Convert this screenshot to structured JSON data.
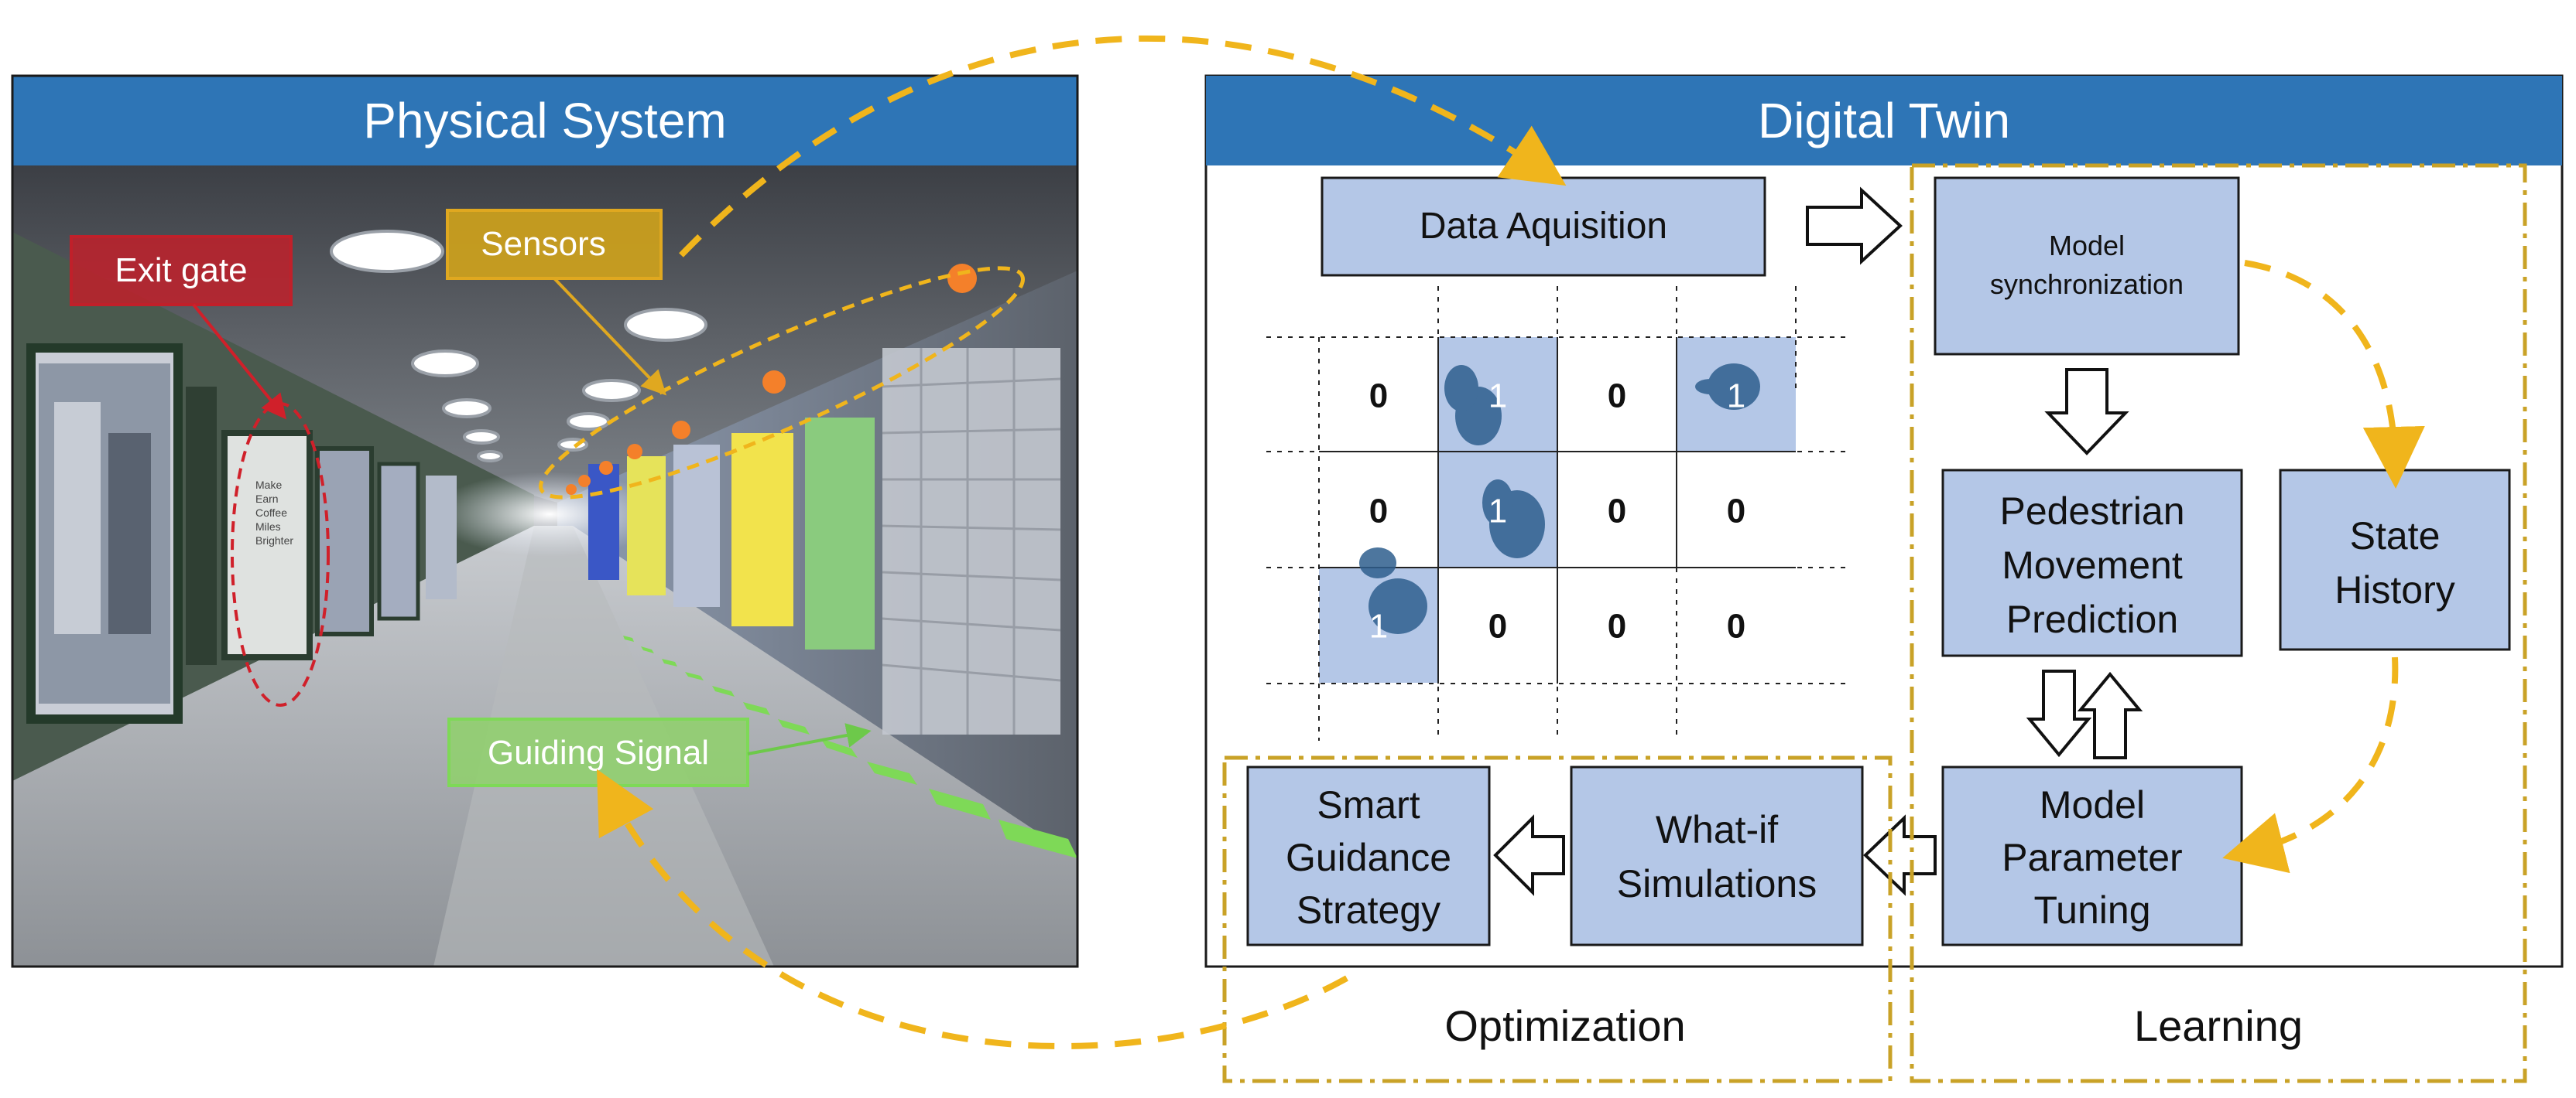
{
  "physical": {
    "title": "Physical System",
    "labels": {
      "exit_gate": "Exit gate",
      "sensors": "Sensors",
      "guiding_signal": "Guiding Signal"
    },
    "poster_text": [
      "Make",
      "Earn",
      "Coffee",
      "Miles",
      "Brighter"
    ]
  },
  "digital": {
    "title": "Digital Twin",
    "data_acquisition": "Data Aquisition",
    "model_sync": [
      "Model",
      "synchronization"
    ],
    "pedestrian": [
      "Pedestrian",
      "Movement",
      "Prediction"
    ],
    "state_history": [
      "State",
      "History"
    ],
    "model_param": [
      "Model",
      "Parameter",
      "Tuning"
    ],
    "whatif": [
      "What-if",
      "Simulations"
    ],
    "smart": [
      "Smart",
      "Guidance",
      "Strategy"
    ],
    "optimization": "Optimization",
    "learning": "Learning"
  },
  "grid": [
    [
      "0",
      "1",
      "0",
      "1"
    ],
    [
      "0",
      "1",
      "0",
      "0"
    ],
    [
      "1",
      "0",
      "0",
      "0"
    ]
  ],
  "grid_occupied": [
    [
      false,
      true,
      false,
      true
    ],
    [
      false,
      true,
      false,
      false
    ],
    [
      true,
      false,
      false,
      false
    ]
  ],
  "colors": {
    "header_blue": "#2E75B6",
    "box_fill": "#B4C7E7",
    "dash_orange": "#F0B51C",
    "exit_red": "#D0202A",
    "sensor_dot": "#F4802A",
    "signal_green": "#7ED957"
  }
}
